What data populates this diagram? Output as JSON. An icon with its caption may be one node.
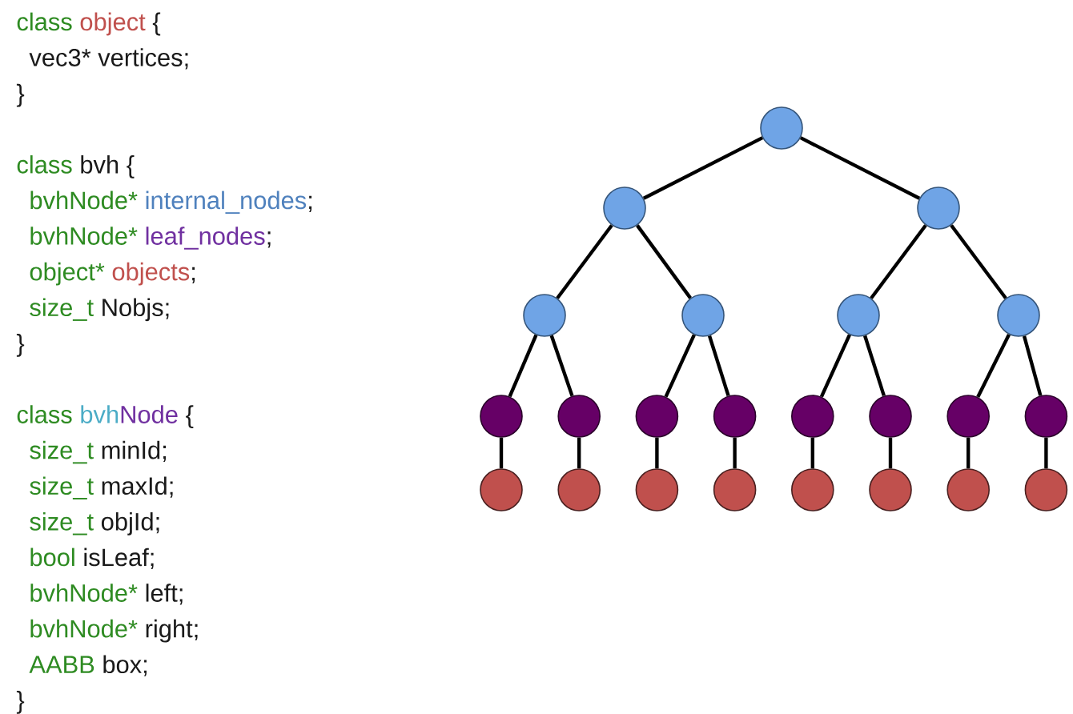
{
  "diagram": {
    "nodes": [
      {
        "text": [],
        "shape": "circle"
      },
      {
        "text": [],
        "shape": "circle"
      },
      {
        "text": [],
        "shape": "circle"
      },
      {
        "text": [],
        "shape": "circle"
      },
      {
        "text": [],
        "shape": "circle"
      },
      {
        "text": [],
        "shape": "circle"
      },
      {
        "text": [],
        "shape": "circle"
      },
      {
        "text": [],
        "shape": "circle"
      },
      {
        "text": [],
        "shape": "circle"
      },
      {
        "text": [],
        "shape": "circle"
      },
      {
        "text": [],
        "shape": "circle"
      },
      {
        "text": [],
        "shape": "circle"
      },
      {
        "text": [],
        "shape": "circle"
      },
      {
        "text": [],
        "shape": "circle"
      },
      {
        "text": [],
        "shape": "circle"
      },
      {
        "text": [],
        "shape": "circle"
      },
      {
        "text": [],
        "shape": "circle"
      },
      {
        "text": [],
        "shape": "circle"
      },
      {
        "text": [],
        "shape": "circle"
      },
      {
        "text": [],
        "shape": "circle"
      },
      {
        "text": [],
        "shape": "circle"
      },
      {
        "text": [],
        "shape": "circle"
      },
      {
        "text": [],
        "shape": "circle"
      }
    ],
    "edges": [
      {
        "from": 0,
        "to": 1,
        "arrow": "none"
      },
      {
        "from": 0,
        "to": 2,
        "arrow": "none"
      },
      {
        "from": 1,
        "to": 3,
        "arrow": "none"
      },
      {
        "from": 1,
        "to": 4,
        "arrow": "none"
      },
      {
        "from": 2,
        "to": 5,
        "arrow": "none"
      },
      {
        "from": 2,
        "to": 6,
        "arrow": "none"
      },
      {
        "from": 3,
        "to": 7,
        "arrow": "none"
      },
      {
        "from": 3,
        "to": 8,
        "arrow": "none"
      },
      {
        "from": 4,
        "to": 9,
        "arrow": "none"
      },
      {
        "from": 4,
        "to": 10,
        "arrow": "none"
      },
      {
        "from": 5,
        "to": 11,
        "arrow": "none"
      },
      {
        "from": 5,
        "to": 12,
        "arrow": "none"
      },
      {
        "from": 6,
        "to": 13,
        "arrow": "none"
      },
      {
        "from": 6,
        "to": 14,
        "arrow": "none"
      },
      {
        "from": 7,
        "to": 15,
        "arrow": "none"
      },
      {
        "from": 8,
        "to": 16,
        "arrow": "none"
      },
      {
        "from": 9,
        "to": 17,
        "arrow": "none"
      },
      {
        "from": 10,
        "to": 18,
        "arrow": "none"
      },
      {
        "from": 11,
        "to": 19,
        "arrow": "none"
      },
      {
        "from": 12,
        "to": 20,
        "arrow": "none"
      },
      {
        "from": 13,
        "to": 21,
        "arrow": "none"
      },
      {
        "from": 14,
        "to": 22,
        "arrow": "none"
      }
    ],
    "labels": [
      "class",
      "object",
      "{",
      "vec3* vertices;",
      "}",
      "class",
      "bvh {",
      "bvhNode*",
      "internal_nodes",
      ";",
      "bvhNode*",
      "leaf_nodes",
      ";",
      "object*",
      "objects",
      ";",
      "size_t",
      "Nobjs;",
      "}",
      "class",
      "bvh",
      "Node",
      "{",
      "size_t",
      "minId;",
      "size_t",
      "maxId;",
      "size_t",
      "objId;",
      "bool",
      "isLeaf;",
      "bvhNode*",
      "left;",
      "bvhNode*",
      "right;",
      "AABB",
      "box;",
      "}"
    ]
  }
}
